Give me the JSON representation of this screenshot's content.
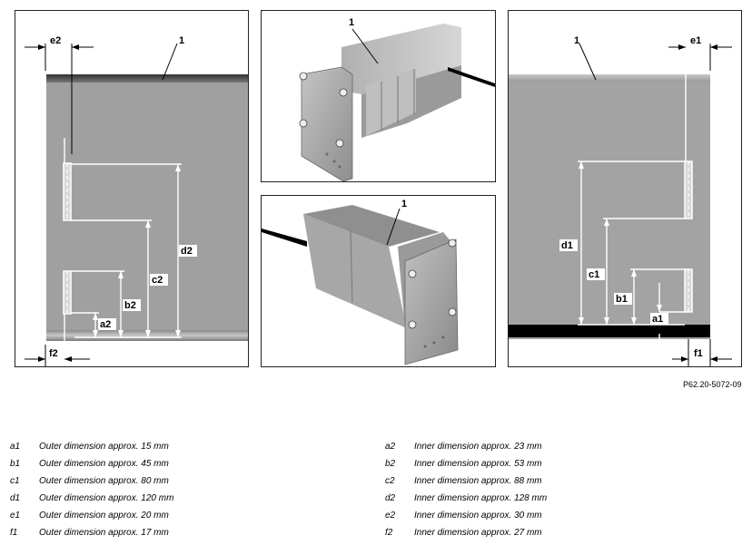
{
  "figure_ref": "P62.20-5072-09",
  "callout_number": "1",
  "left_panel_labels": {
    "e2": "e2",
    "d2": "d2",
    "c2": "c2",
    "b2": "b2",
    "a2": "a2",
    "f2": "f2"
  },
  "right_panel_labels": {
    "e1": "e1",
    "d1": "d1",
    "c1": "c1",
    "b1": "b1",
    "a1": "a1",
    "f1": "f1"
  },
  "legend_left": [
    {
      "code": "a1",
      "text": "Outer dimension approx. 15 mm"
    },
    {
      "code": "b1",
      "text": "Outer dimension approx. 45 mm"
    },
    {
      "code": "c1",
      "text": "Outer dimension approx. 80 mm"
    },
    {
      "code": "d1",
      "text": "Outer dimension approx. 120 mm"
    },
    {
      "code": "e1",
      "text": "Outer dimension approx. 20 mm"
    },
    {
      "code": "f1",
      "text": "Outer dimension approx. 17 mm"
    }
  ],
  "legend_right": [
    {
      "code": "a2",
      "text": "Inner dimension approx. 23 mm"
    },
    {
      "code": "b2",
      "text": "Inner dimension approx. 53 mm"
    },
    {
      "code": "c2",
      "text": "Inner dimension approx. 88 mm"
    },
    {
      "code": "d2",
      "text": "Inner dimension approx. 128 mm"
    },
    {
      "code": "e2",
      "text": "Inner dimension approx. 30 mm"
    },
    {
      "code": "f2",
      "text": "Inner dimension approx. 27 mm"
    }
  ]
}
